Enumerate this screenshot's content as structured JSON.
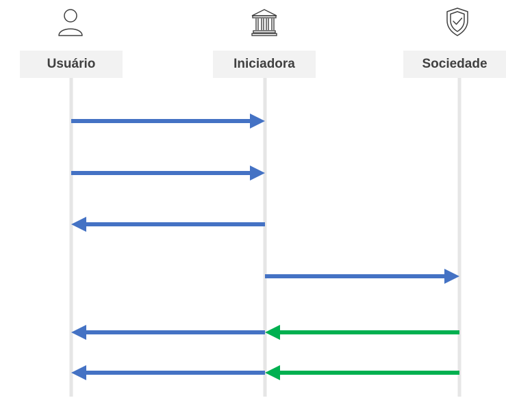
{
  "participants": [
    {
      "id": "usuario",
      "label": "Usuário",
      "icon": "user-icon"
    },
    {
      "id": "iniciadora",
      "label": "Iniciadora",
      "icon": "bank-icon"
    },
    {
      "id": "sociedade",
      "label": "Sociedade",
      "icon": "shield-check-icon"
    }
  ],
  "colors": {
    "lifeline": "#e6e6e6",
    "header_bg": "#f2f2f2",
    "header_text": "#404040",
    "blue_arrow": "#4472c4",
    "green_arrow": "#00b050",
    "icon_stroke": "#404040"
  },
  "messages": [
    {
      "from": "usuario",
      "to": "iniciadora",
      "color": "blue_arrow"
    },
    {
      "from": "usuario",
      "to": "iniciadora",
      "color": "blue_arrow"
    },
    {
      "from": "iniciadora",
      "to": "usuario",
      "color": "blue_arrow"
    },
    {
      "from": "iniciadora",
      "to": "sociedade",
      "color": "blue_arrow"
    },
    {
      "from": "iniciadora",
      "to": "usuario",
      "color": "blue_arrow"
    },
    {
      "from": "sociedade",
      "to": "iniciadora",
      "color": "green_arrow"
    },
    {
      "from": "iniciadora",
      "to": "usuario",
      "color": "blue_arrow"
    },
    {
      "from": "sociedade",
      "to": "iniciadora",
      "color": "green_arrow"
    }
  ]
}
